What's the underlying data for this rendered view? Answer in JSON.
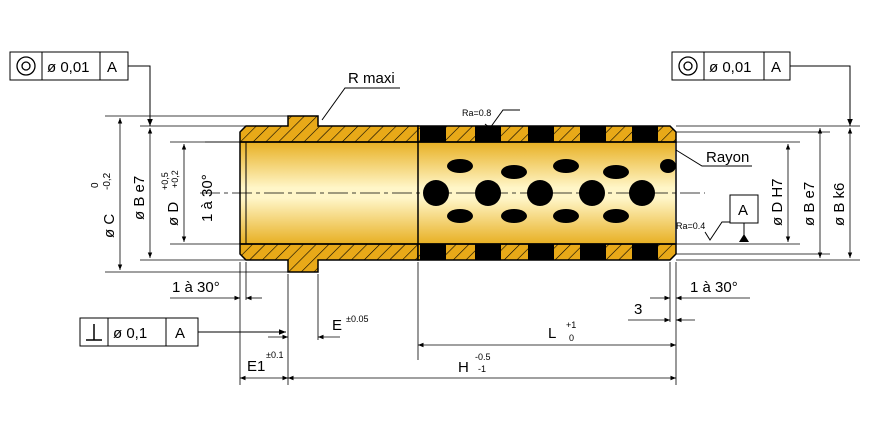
{
  "tolerance_frames": {
    "left_concentricity": {
      "symbol": "concentricity-icon",
      "value": "ø 0,01",
      "datum": "A"
    },
    "right_concentricity": {
      "symbol": "concentricity-icon",
      "value": "ø 0,01",
      "datum": "A"
    },
    "perpendicularity": {
      "symbol": "perpendicularity-icon",
      "value": "ø 0,1",
      "datum": "A"
    }
  },
  "datum_box": {
    "letter": "A"
  },
  "labels": {
    "r_maxi": "R maxi",
    "ra_top": "Ra=0.8",
    "ra_right": "Ra=0.4",
    "rayon": "Rayon",
    "c": "ø C",
    "c_tol_upper": "0",
    "c_tol_lower": "-0,2",
    "b_left": "ø B e7",
    "d_left": "ø D",
    "d_tol_upper": "+0,5",
    "d_tol_lower": "+0,2",
    "chamfer_left_vertical": "1 à 30°",
    "d_right": "ø D H7",
    "b_right": "ø B e7",
    "b_k6": "ø B k6",
    "chamfer_left_bottom": "1 à 30°",
    "chamfer_right_bottom": "1 à 30°",
    "three": "3",
    "e": "E",
    "e_tol": "±0.05",
    "l": "L",
    "l_tol_upper": "+1",
    "l_tol_lower": "0",
    "e1": "E1",
    "e1_tol": "±0.1",
    "h": "H",
    "h_tol_upper": "-0.5",
    "h_tol_lower": "-1"
  },
  "colors": {
    "bronze": "#e8a918",
    "bronze_light": "#fff6c2",
    "graphite": "#000000",
    "line": "#000000"
  }
}
